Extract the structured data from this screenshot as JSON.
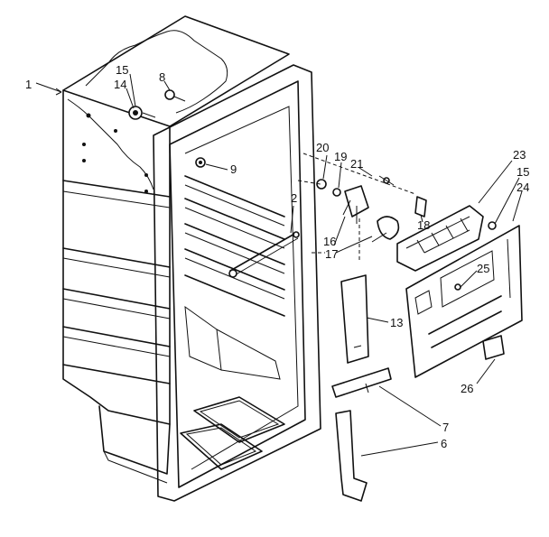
{
  "callouts": {
    "c1": "1",
    "c2": "2",
    "c6": "6",
    "c7": "7",
    "c8": "8",
    "c9": "9",
    "c13": "13",
    "c14": "14",
    "c15a": "15",
    "c15b": "15",
    "c16": "16",
    "c17": "17",
    "c18": "18",
    "c19": "19",
    "c20": "20",
    "c21": "21",
    "c23": "23",
    "c24": "24",
    "c25": "25",
    "c26": "26"
  }
}
